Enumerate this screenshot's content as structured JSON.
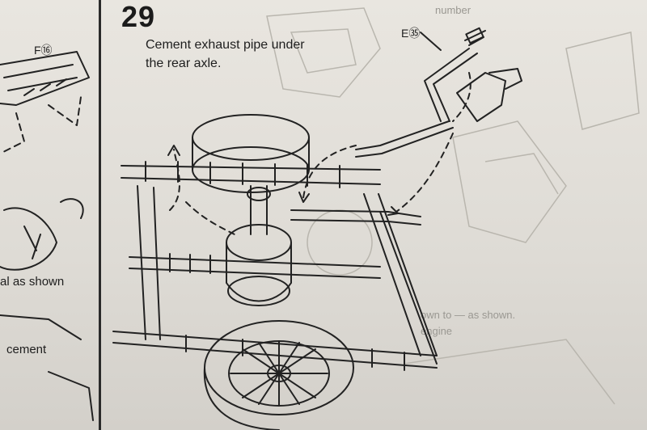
{
  "step": {
    "number": "29"
  },
  "instruction": {
    "line1": "Cement exhaust pipe under",
    "line2": "the rear axle."
  },
  "labels": {
    "part_e35": "E㉟",
    "part_f16": "F⑯"
  },
  "left_column": {
    "note_shown": "al as shown",
    "note_cement": "cement"
  },
  "faint_text": {
    "top_right": "number",
    "right_1": "own to — as shown.",
    "right_2": "engine"
  }
}
